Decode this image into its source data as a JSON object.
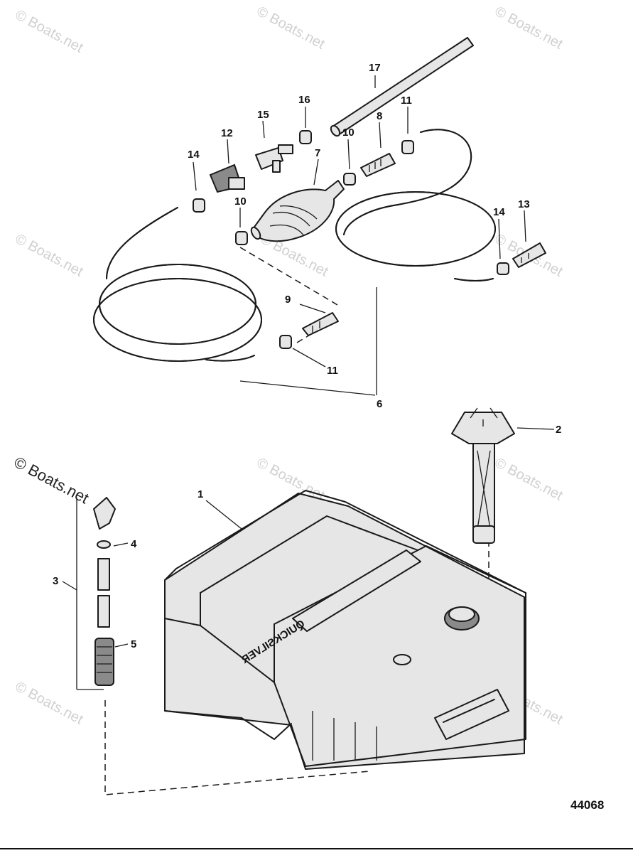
{
  "watermark": "© Boats.net",
  "diagram_number": "44068",
  "tank_label": "QUICKSILVER",
  "callouts": {
    "c1": "1",
    "c2": "2",
    "c3": "3",
    "c4": "4",
    "c5": "5",
    "c6": "6",
    "c7": "7",
    "c8": "8",
    "c9": "9",
    "c10a": "10",
    "c10b": "10",
    "c11a": "11",
    "c11b": "11",
    "c12": "12",
    "c13": "13",
    "c14a": "14",
    "c14b": "14",
    "c15": "15",
    "c16": "16",
    "c17": "17"
  }
}
